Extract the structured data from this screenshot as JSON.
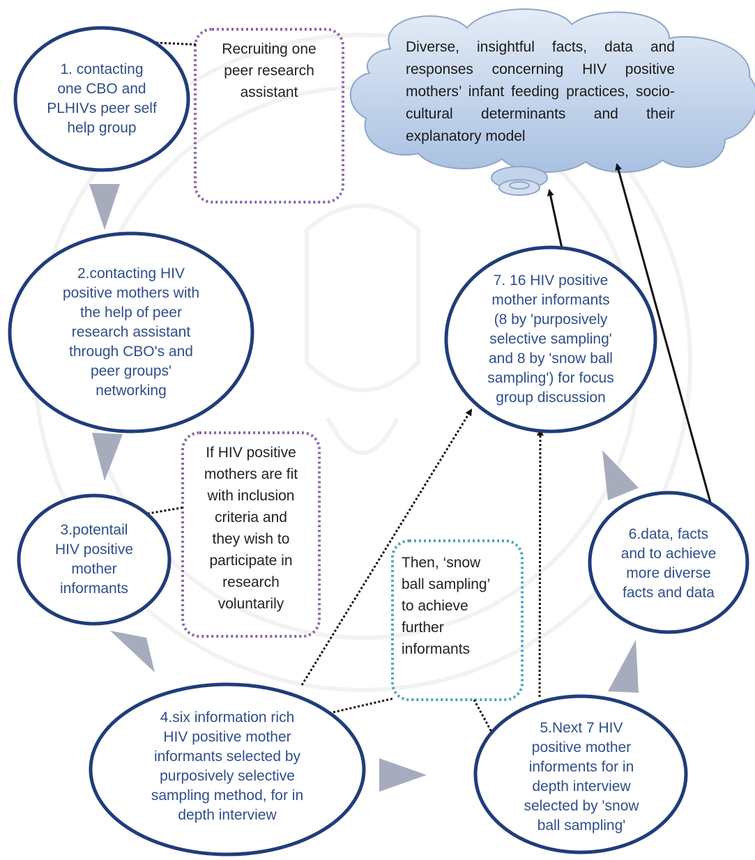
{
  "nodes": {
    "n1": "1. contacting\none CBO and\nPLHIVs peer self\nhelp group",
    "n2": "2.contacting HIV\npositive mothers with\nthe help of peer\nresearch assistant\nthrough CBO's and\npeer groups'\nnetworking",
    "n3": "3.potentail\nHIV positive\nmother\ninformants",
    "n4": "4.six information rich\nHIV positive mother\ninformants selected by\npurposively selective\nsampling method, for in\ndepth interview",
    "n5": "5.Next 7 HIV\npositive mother\ninforments for in\ndepth interview\nselected by 'snow\nball sampling'",
    "n6": "6.data, facts\nand to achieve\nmore diverse\nfacts and data",
    "n7": "7. 16 HIV positive\nmother informants\n(8 by 'purposively\nselective sampling'\nand 8 by 'snow ball\nsampling') for focus\ngroup discussion"
  },
  "notes": {
    "recruit": "Recruiting one\npeer research\nassistant",
    "inclusion": "If HIV positive\nmothers are fit\nwith inclusion\ncriteria and\nthey wish to\nparticipate in\nresearch\nvoluntarily",
    "snowball": "Then, ‘snow\nball sampling’\nto achieve\nfurther\ninformants"
  },
  "cloud": {
    "text": "Diverse, insightful facts, data and responses concerning HIV positive mothers’ infant feeding practices, socio-cultural determinants and their explanatory model"
  },
  "colors": {
    "ellipse_stroke": "#1f3d7a",
    "node_text": "#2f4f8a",
    "purple_dots": "#8a64aa",
    "teal_dots": "#46a6bd",
    "cloud_fill": "#c8d8ee",
    "triangle_fill": "#a7acbd"
  }
}
